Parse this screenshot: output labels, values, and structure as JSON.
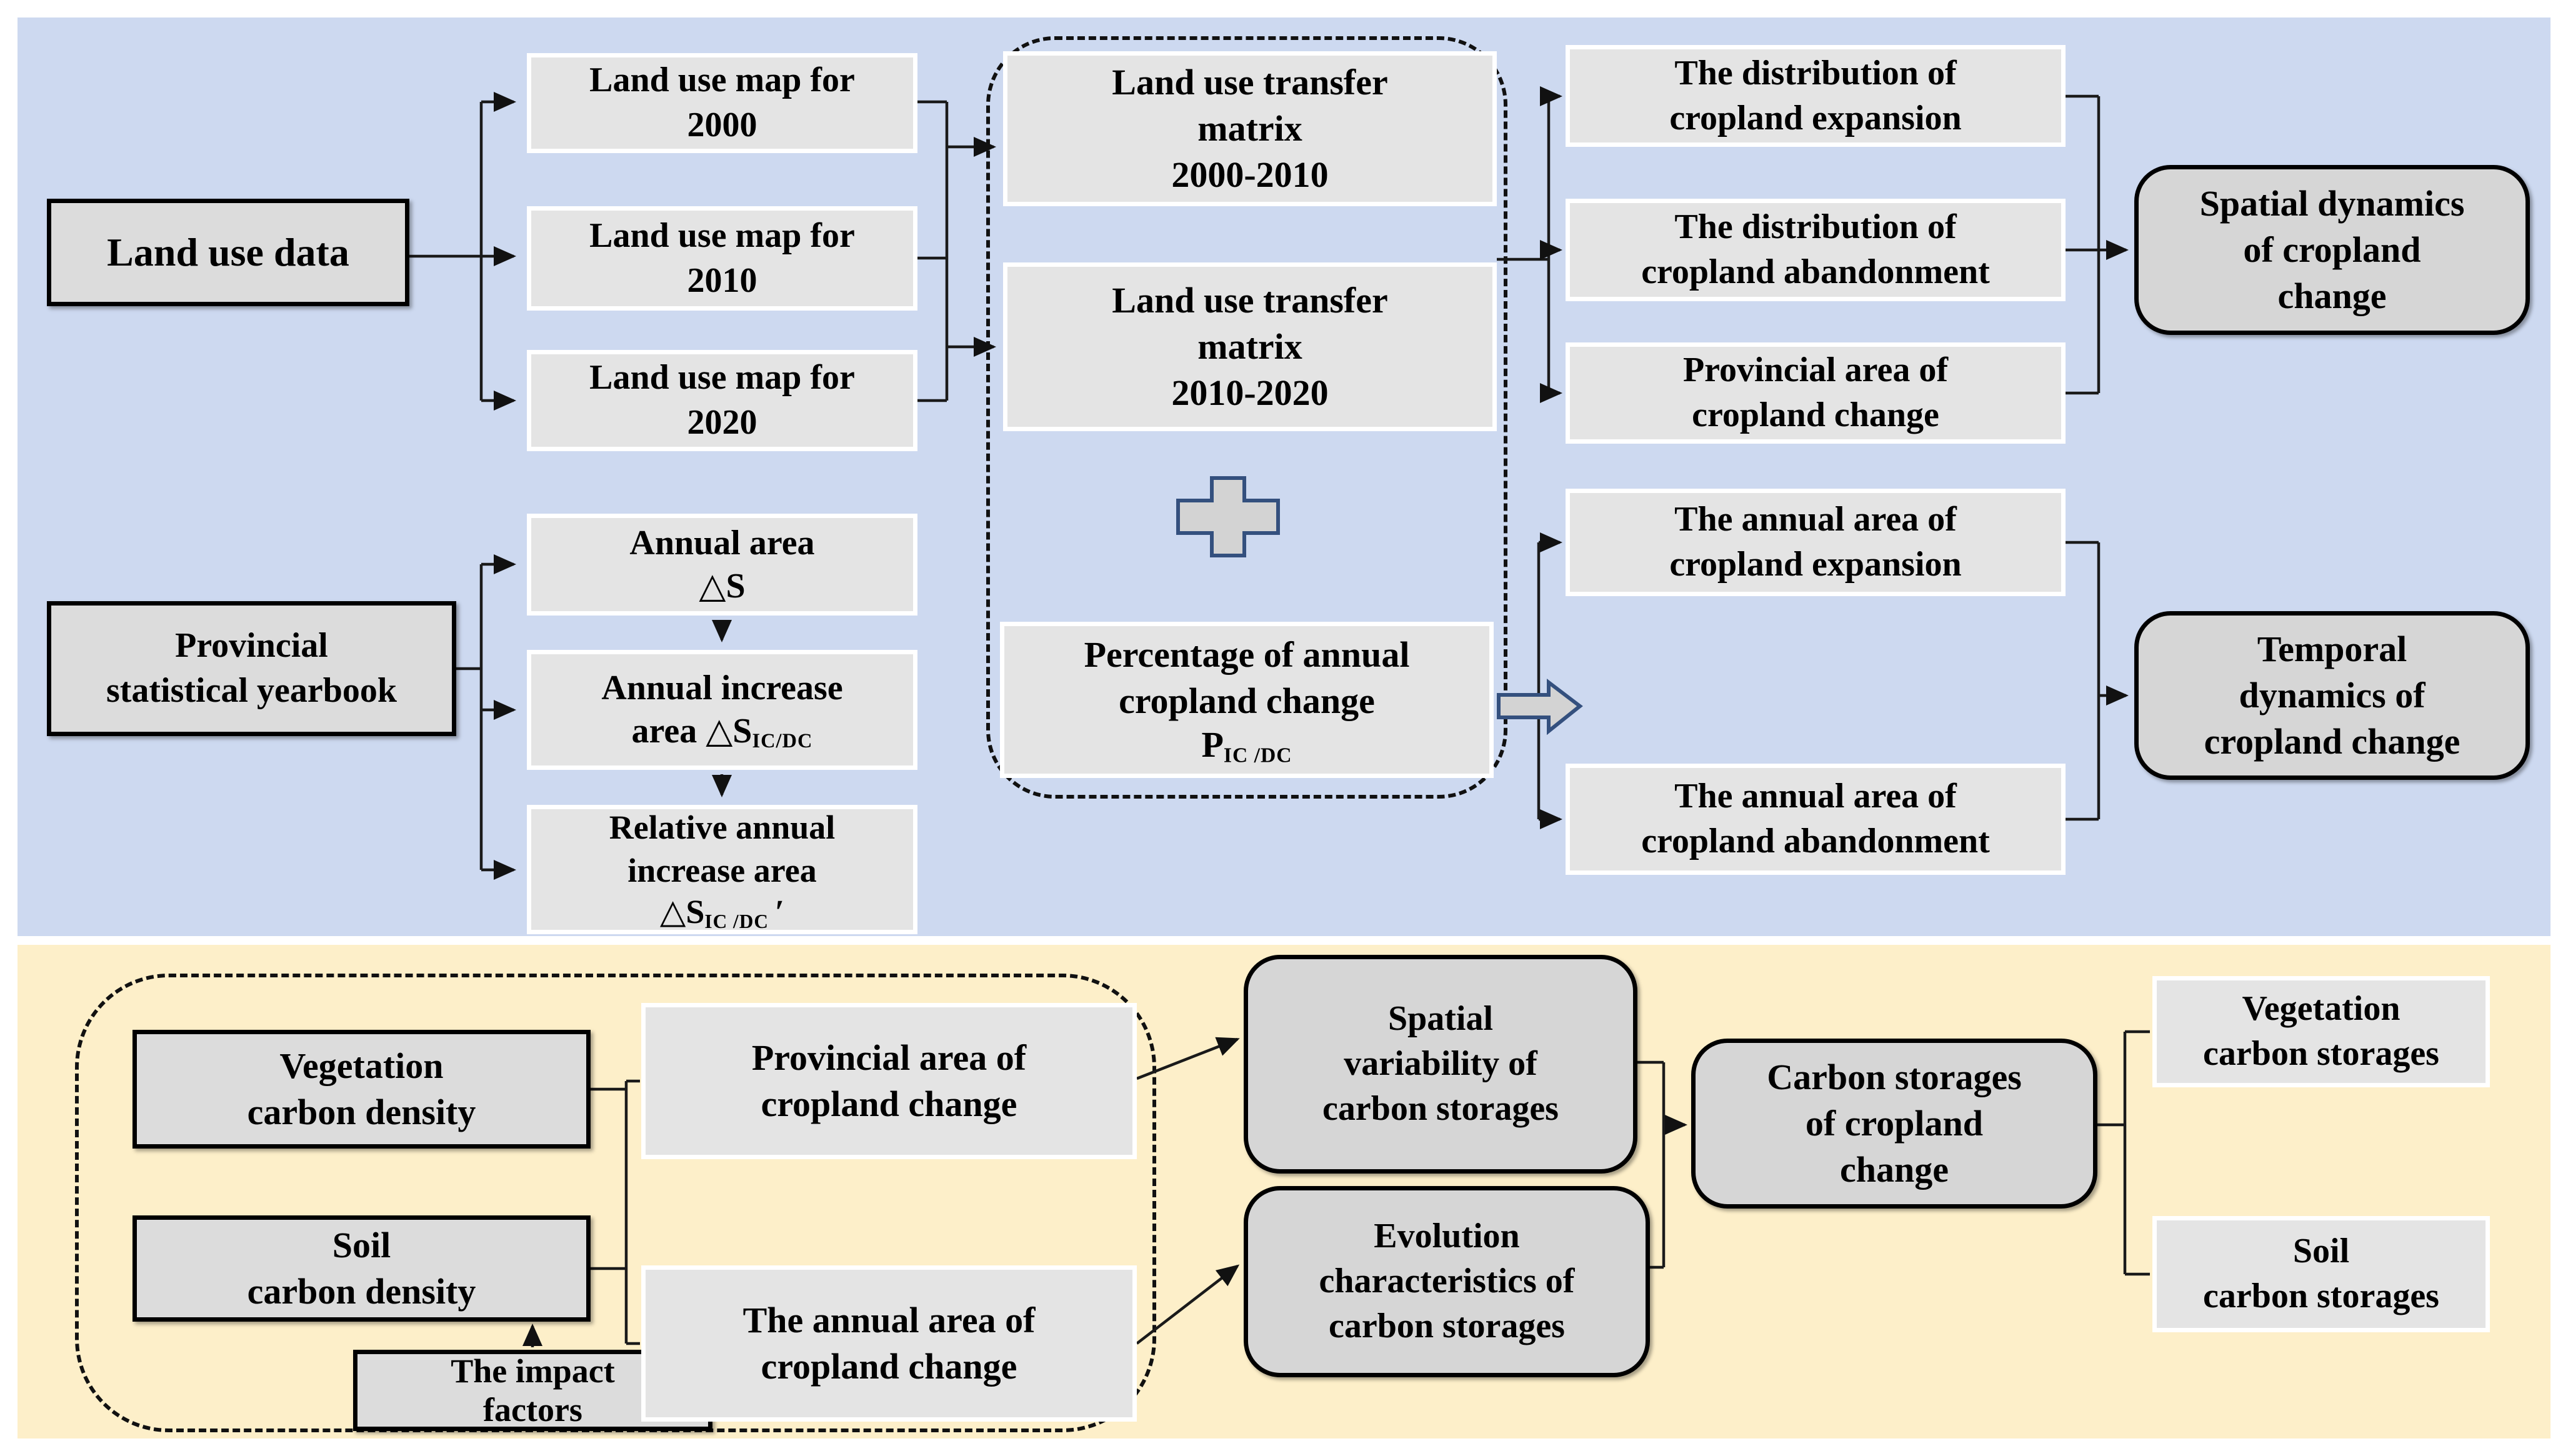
{
  "colors": {
    "panel_top": "#cdd9f0",
    "panel_bottom": "#fdefc9",
    "box_light": "#e4e4e4",
    "box_dark": "#dcdcdc",
    "rounded_fill": "#d6d6d6",
    "accent_blue": "#34507e"
  },
  "top": {
    "land_use_data": "Land use data",
    "maps": [
      "Land use map for\n2000",
      "Land use map for\n2010",
      "Land use map for\n2020"
    ],
    "yearbook": "Provincial\nstatistical yearbook",
    "matrix_2000_2010": "Land use transfer\nmatrix\n2000-2010",
    "matrix_2010_2020": "Land use transfer\nmatrix\n2010-2020",
    "annual_area": {
      "title": "Annual area",
      "formula": "△S",
      "sub": ""
    },
    "annual_increase": {
      "title": "Annual increase",
      "pre": "area ",
      "formula": "△S",
      "sub": "IC/DC"
    },
    "relative_annual": {
      "title": "Relative annual\nincrease area",
      "formula": "△S",
      "sub": "IC /DC",
      "suffix": "′"
    },
    "percentage": {
      "title": "Percentage of annual\ncropland change",
      "formula": "P",
      "sub": "IC /DC"
    },
    "dist_expansion": "The distribution of\ncropland expansion",
    "dist_abandonment": "The distribution of\ncropland abandonment",
    "prov_area": "Provincial area of\ncropland change",
    "annual_expansion": "The annual area of\ncropland expansion",
    "annual_abandonment": "The annual area of\ncropland abandonment",
    "spatial_dynamics": "Spatial dynamics\nof cropland\nchange",
    "temporal_dynamics": "Temporal\ndynamics of\ncropland change"
  },
  "bottom": {
    "veg_density": "Vegetation\ncarbon density",
    "soil_density": "Soil\ncarbon density",
    "impact_factors": "The impact\nfactors",
    "prov_area_change": "Provincial area of\ncropland change",
    "annual_area_change": "The annual area of\ncropland change",
    "spatial_variability": "Spatial\nvariability of\ncarbon storages",
    "evolution": "Evolution\ncharacteristics of\ncarbon storages",
    "carbon_storages": "Carbon storages\nof cropland\nchange",
    "veg_storages": "Vegetation\ncarbon storages",
    "soil_storages": "Soil\ncarbon storages"
  }
}
